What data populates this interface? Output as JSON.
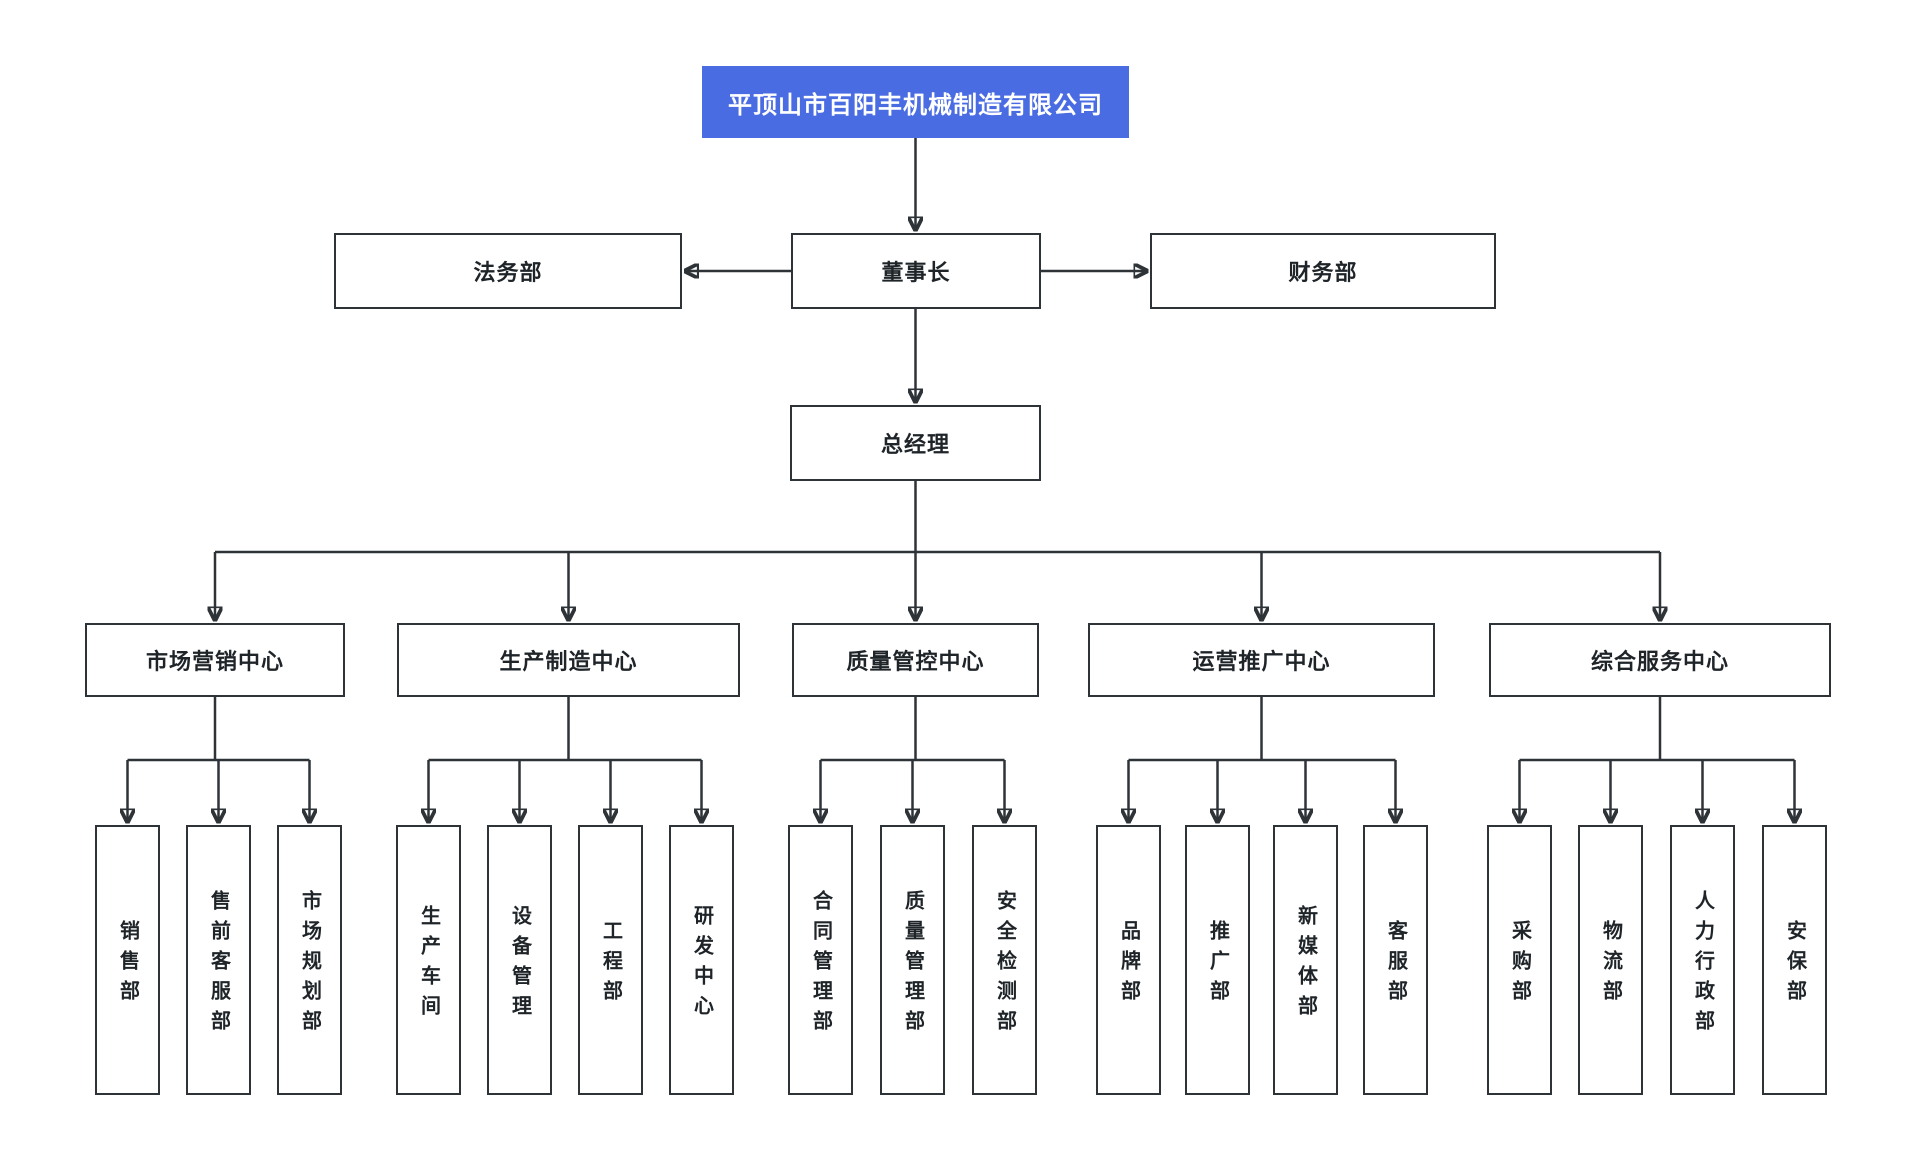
{
  "colors": {
    "accent_blue": "#4A6CE2",
    "line": "#2E3338",
    "node_border": "#2E3338",
    "node_text": "#1F2429",
    "company_text": "#FFFFFF",
    "background": "#FFFFFF"
  },
  "org": {
    "company": {
      "label": "平顶山市百阳丰机械制造有限公司"
    },
    "chairman": {
      "label": "董事长"
    },
    "legal_dept": {
      "label": "法务部"
    },
    "finance_dept": {
      "label": "财务部"
    },
    "general_manager": {
      "label": "总经理"
    },
    "centers": [
      {
        "label": "市场营销中心",
        "departments": [
          {
            "label": "销售部"
          },
          {
            "label": "售前客服部"
          },
          {
            "label": "市场规划部"
          }
        ]
      },
      {
        "label": "生产制造中心",
        "departments": [
          {
            "label": "生产车间"
          },
          {
            "label": "设备管理"
          },
          {
            "label": "工程部"
          },
          {
            "label": "研发中心"
          }
        ]
      },
      {
        "label": "质量管控中心",
        "departments": [
          {
            "label": "合同管理部"
          },
          {
            "label": "质量管理部"
          },
          {
            "label": "安全检测部"
          }
        ]
      },
      {
        "label": "运营推广中心",
        "departments": [
          {
            "label": "品牌部"
          },
          {
            "label": "推广部"
          },
          {
            "label": "新媒体部"
          },
          {
            "label": "客服部"
          }
        ]
      },
      {
        "label": "综合服务中心",
        "departments": [
          {
            "label": "采购部"
          },
          {
            "label": "物流部"
          },
          {
            "label": "人力行政部"
          },
          {
            "label": "安保部"
          }
        ]
      }
    ]
  }
}
